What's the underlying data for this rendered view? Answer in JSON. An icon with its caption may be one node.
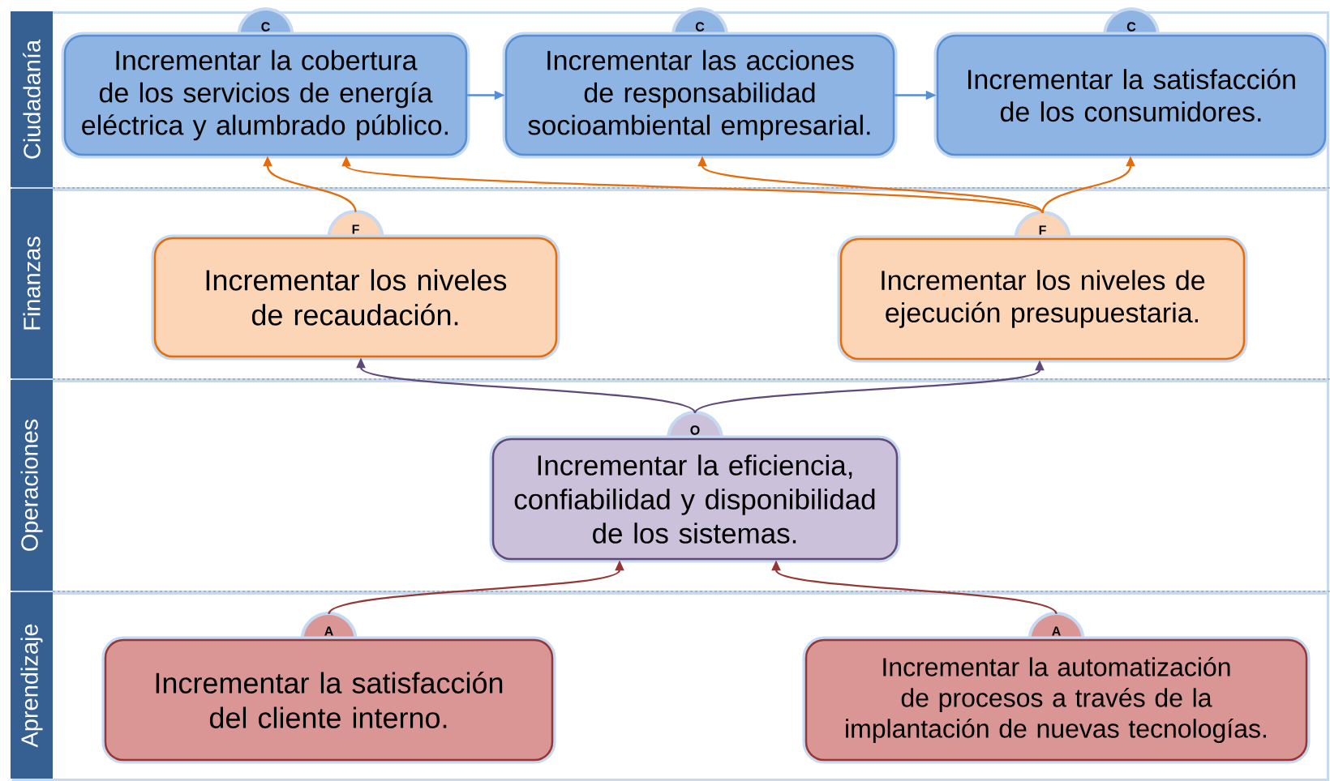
{
  "diagram": {
    "nodes": [
      {
        "text": [
          "Ciudadanía"
        ]
      },
      {
        "text": [
          "Finanzas"
        ]
      },
      {
        "text": [
          "Operaciones"
        ]
      },
      {
        "text": [
          "Aprendizaje"
        ]
      },
      {
        "text": [
          "C",
          "Incrementar la cobertura de los servicios  de energía eléctrica y alumbrado público."
        ],
        "in": 0
      },
      {
        "text": [
          "C",
          "Incrementar las acciones de responsabilidad socioambiental empresarial."
        ],
        "in": 0
      },
      {
        "text": [
          "C",
          "Incrementar la satisfacción de los consumidores."
        ],
        "in": 0
      },
      {
        "text": [
          "F",
          "Incrementar los niveles de recaudación."
        ],
        "in": 1
      },
      {
        "text": [
          "F",
          "Incrementar los niveles de ejecución presupuestaria."
        ],
        "in": 1
      },
      {
        "text": [
          "O",
          "Incrementar la eficiencia, confiabilidad y disponibilidad de los sistemas."
        ],
        "in": 2
      },
      {
        "text": [
          "A",
          "Incrementar la satisfacción del cliente interno."
        ],
        "in": 3
      },
      {
        "text": [
          "A",
          "Incrementar la automatización de procesos a través de la implantación de nuevas tecnologías."
        ],
        "in": 3
      }
    ],
    "edges": [
      {
        "from": 4,
        "to": 5,
        "arrow": "to",
        "color": "#558ed5"
      },
      {
        "from": 5,
        "to": 6,
        "arrow": "to",
        "color": "#558ed5"
      },
      {
        "from": 7,
        "to": 4,
        "arrow": "to"
      },
      {
        "from": 8,
        "to": 4,
        "arrow": "to"
      },
      {
        "from": 8,
        "to": 5,
        "arrow": "to"
      },
      {
        "from": 8,
        "to": 6,
        "arrow": "to"
      },
      {
        "from": 9,
        "to": 7,
        "arrow": "to",
        "color": "#5f497a"
      },
      {
        "from": 9,
        "to": 8,
        "arrow": "to",
        "color": "#5f497a"
      },
      {
        "from": 10,
        "to": 9,
        "arrow": "to",
        "color": "#953735"
      },
      {
        "from": 11,
        "to": 9,
        "arrow": "to",
        "color": "#953735"
      }
    ]
  }
}
